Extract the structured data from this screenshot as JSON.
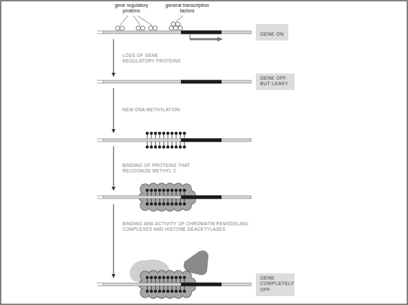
{
  "diagram": {
    "nodes": [
      {
        "text": [
          "GENE ON"
        ]
      },
      {
        "text": [
          "GENE OFF BUT LEAKY"
        ]
      },
      {
        "text": [
          "GENE COMPLETELY OFF"
        ]
      }
    ],
    "labels": [
      "gene regulatory proteins",
      "general transcription factors",
      "LOSS OF GENE REGULATORY PROTEINS",
      "NEW DNA METHYLATION",
      "BINDING OF PROTEINS THAT RECOGNIZE METHYL C",
      "BINDING AND ACTIVITY OF CHROMATIN REMODELING COMPLEXES AND HISTONE DEACETYLASES"
    ]
  }
}
